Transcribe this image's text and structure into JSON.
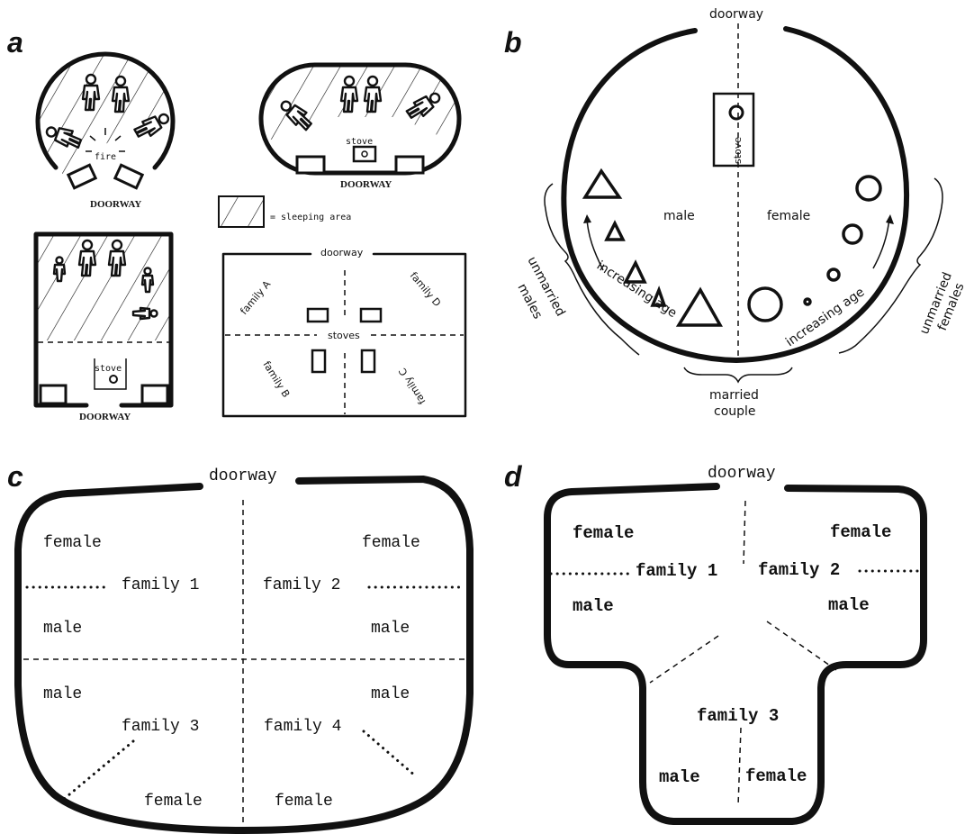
{
  "panels": {
    "a": {
      "letter": "a",
      "round_hut": {
        "fire_label": "fire",
        "doorway_label": "DOORWAY"
      },
      "oval_hut": {
        "stove_label": "stove",
        "doorway_label": "DOORWAY"
      },
      "rect_hut": {
        "stove_label": "stove",
        "doorway_label": "DOORWAY"
      },
      "legend": {
        "label": "= sleeping area"
      },
      "four_family": {
        "doorway_label": "doorway",
        "stoves_label": "stoves",
        "family_a": "family A",
        "family_b": "family B",
        "family_c": "family C",
        "family_d": "family D"
      }
    },
    "b": {
      "letter": "b",
      "doorway_label": "doorway",
      "stove_label": "stove",
      "male_label": "male",
      "female_label": "female",
      "increasing_age_left": "increasing age",
      "increasing_age_right": "increasing age",
      "unmarried_males": [
        "unmarried",
        "males"
      ],
      "unmarried_females": [
        "unmarried",
        "females"
      ],
      "married_couple": [
        "married",
        "couple"
      ]
    },
    "c": {
      "letter": "c",
      "doorway_label": "doorway",
      "labels": {
        "female_tl": "female",
        "female_tr": "female",
        "family1": "family 1",
        "family2": "family 2",
        "male_l1": "male",
        "male_r1": "male",
        "male_l2": "male",
        "male_r2": "male",
        "family3": "family 3",
        "family4": "family 4",
        "female_bl": "female",
        "female_br": "female"
      }
    },
    "d": {
      "letter": "d",
      "doorway_label": "doorway",
      "labels": {
        "female_tl": "female",
        "female_tr": "female",
        "family1": "family 1",
        "family2": "family 2",
        "male_l": "male",
        "male_r": "male",
        "family3": "family 3",
        "male_b": "male",
        "female_b": "female"
      }
    }
  }
}
